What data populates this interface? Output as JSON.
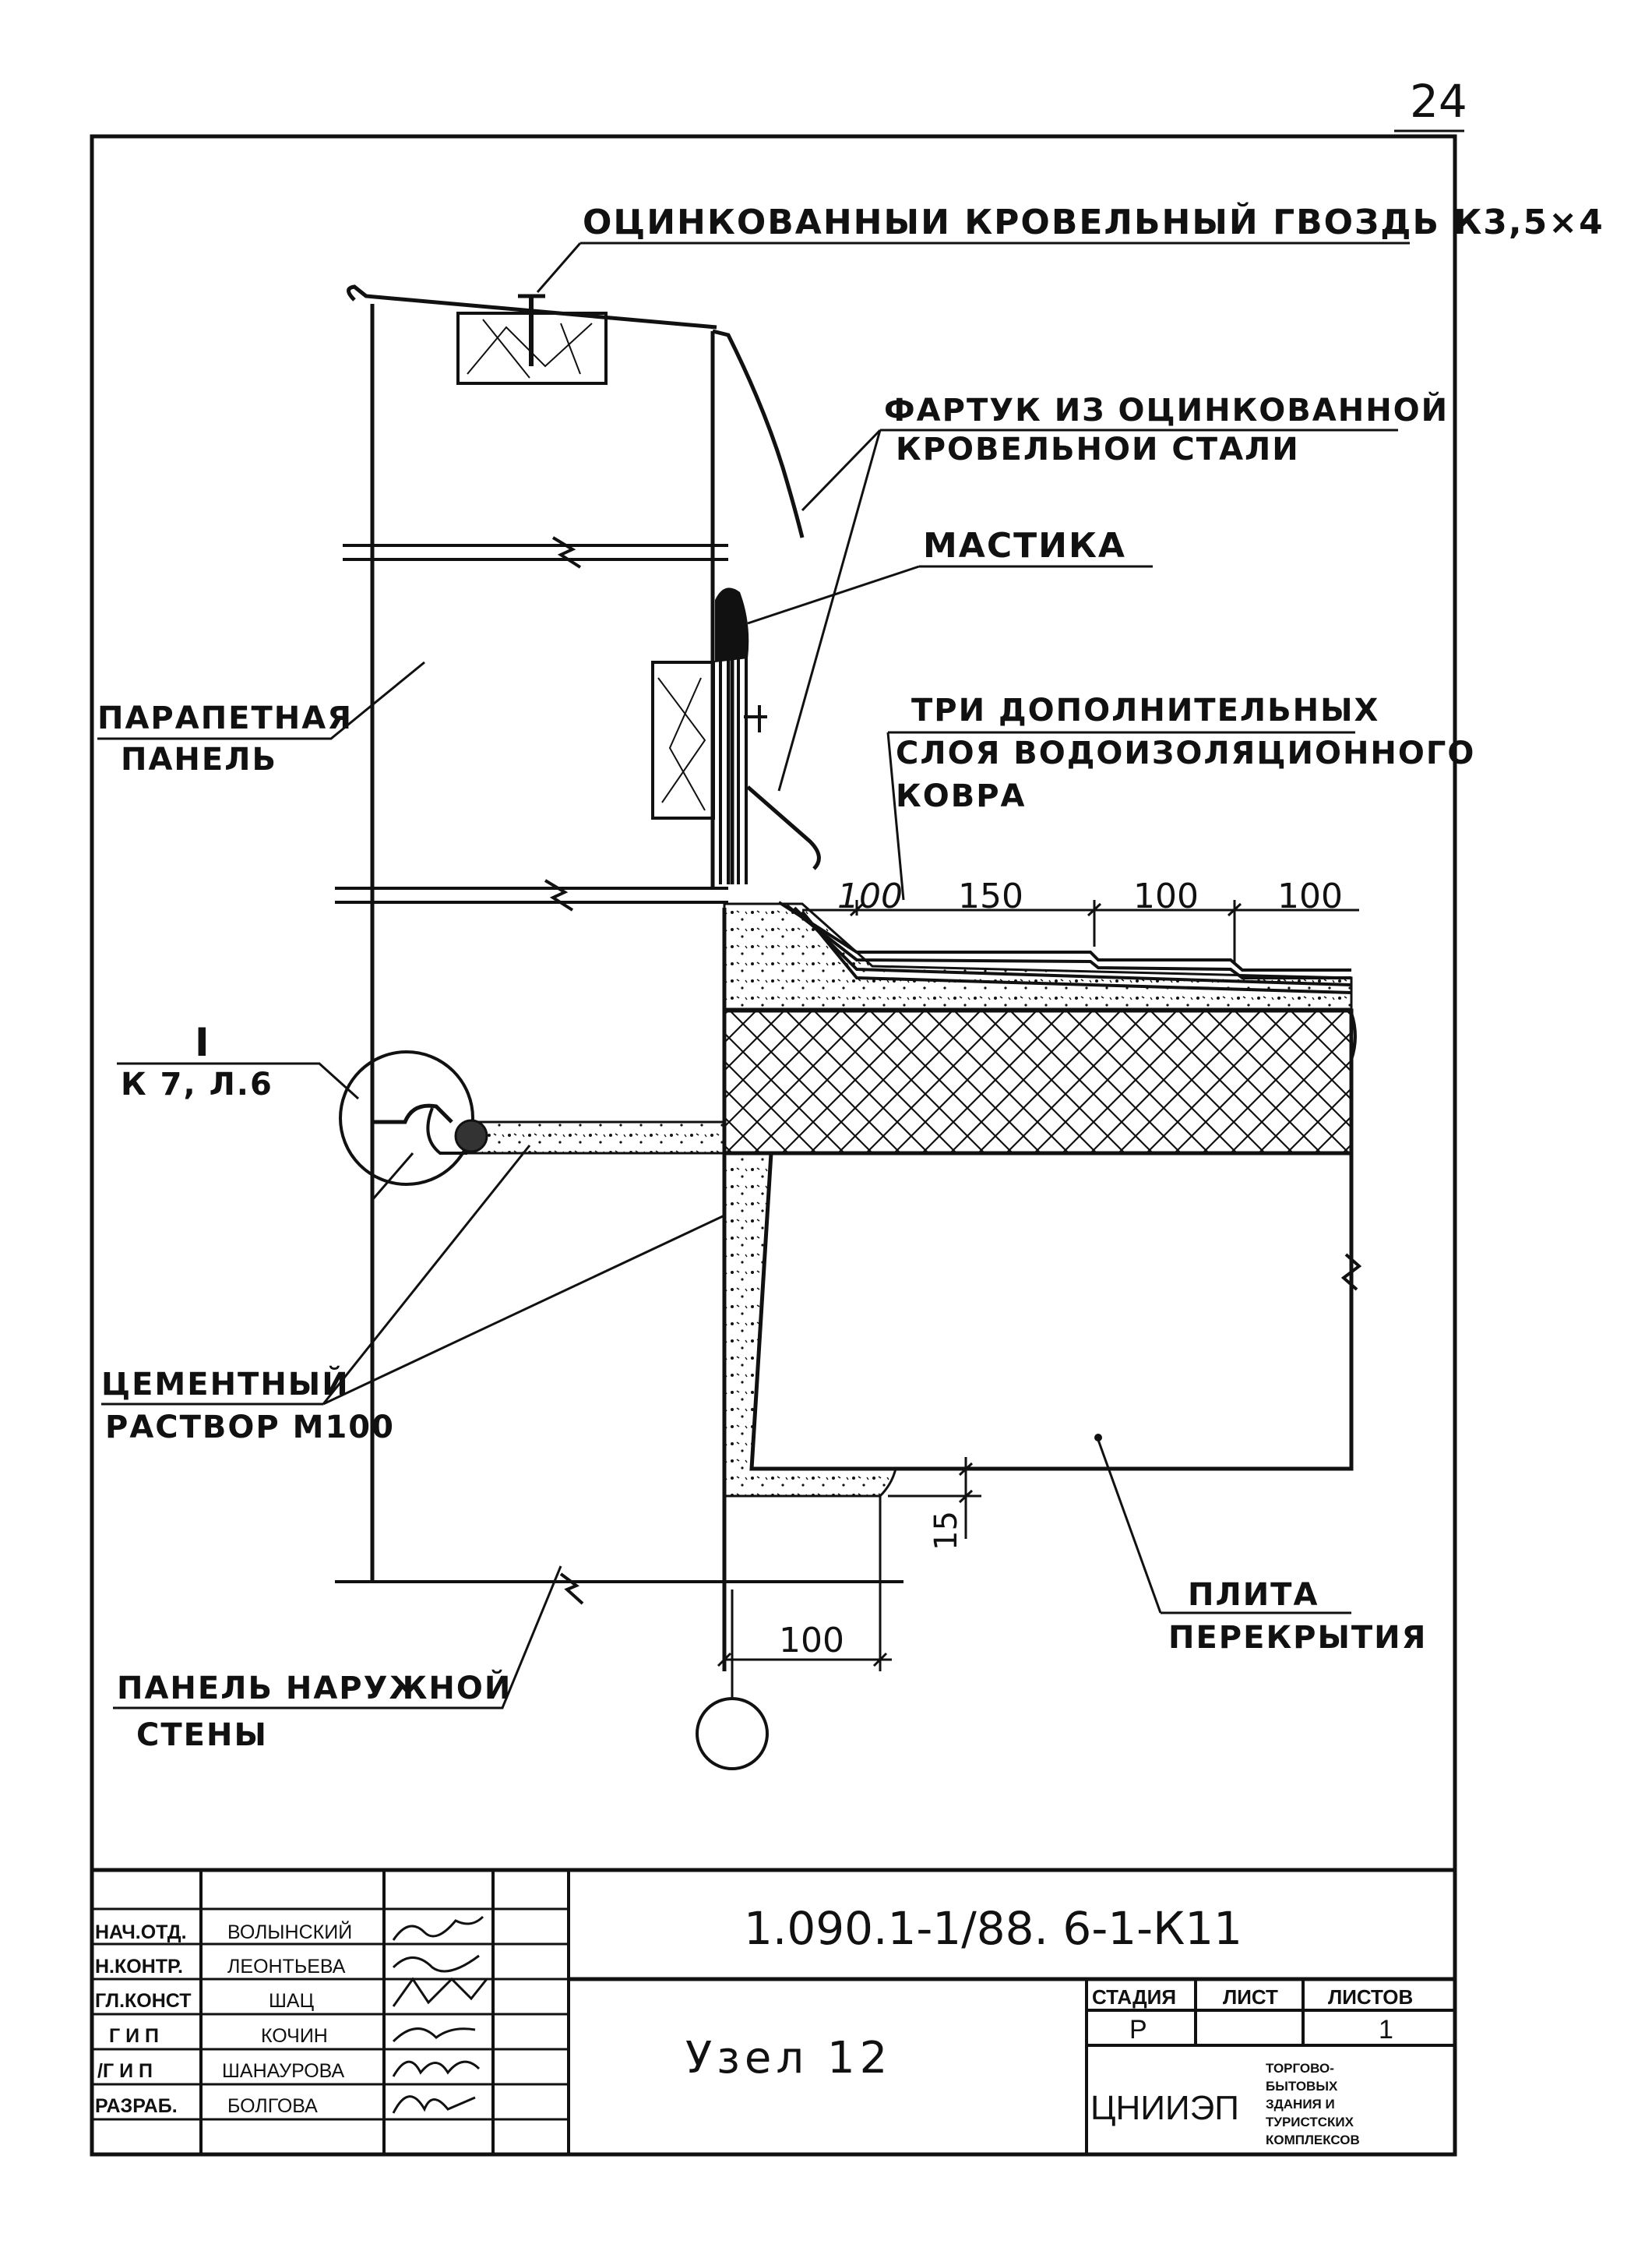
{
  "page_number": "24",
  "labels": {
    "nail": "ОЦИНКОВАННЫИ КРОВЕЛЬНЫЙ ГВОЗДЬ К3,5×4",
    "apron_line1": "ФАРТУК ИЗ ОЦИНКОВАННОЙ",
    "apron_line2": "КРОВЕЛЬНОИ  СТАЛИ",
    "mastic": "МАСТИКА",
    "parapet_line1": "ПАРАПЕТНАЯ",
    "parapet_line2": "ПАНЕЛЬ",
    "layers_line1": "ТРИ ДОПОЛНИТЕЛЬНЫХ",
    "layers_line2": "СЛОЯ ВОДОИЗОЛЯЦИОННОГО",
    "layers_line3": "КОВРА",
    "node_ref_num": "I",
    "node_ref_sheet": "К 7,   Л.6",
    "cement_line1": "ЦЕМЕНТНЫЙ",
    "cement_line2": "РАСТВОР М100",
    "slab_line1": "ПЛИТА",
    "slab_line2": "ПЕРЕКРЫТИЯ",
    "wall_line1": "ПАНЕЛЬ НАРУЖНОЙ",
    "wall_line2": "СТЕНЫ"
  },
  "dimensions": {
    "d1": "100",
    "d2": "150",
    "d3": "100",
    "d4": "100",
    "gap": "15",
    "bottom": "100"
  },
  "title_block": {
    "document_code": "1.090.1-1/88. 6-1-К11",
    "title": "Узел 12",
    "roles": [
      {
        "role": "НАЧ.ОТД.",
        "name": "ВОЛЫНСКИЙ"
      },
      {
        "role": "Н.КОНТР.",
        "name": "ЛЕОНТЬЕВА"
      },
      {
        "role": "ГЛ.КОНСТ",
        "name": "ШАЦ"
      },
      {
        "role": "Г И П",
        "name": "КОЧИН"
      },
      {
        "role": "/Г И П",
        "name": "ШАНАУРОВА"
      },
      {
        "role": "РАЗРАБ.",
        "name": "БОЛГОВА"
      }
    ],
    "stage_header": "СТАДИЯ",
    "sheet_header": "ЛИСТ",
    "sheets_header": "ЛИСТОВ",
    "stage_value": "Р",
    "sheet_value": "",
    "sheets_value": "1",
    "org": "ЦНИИЭП",
    "org_sub": [
      "ТОРГОВО-",
      "БЫТОВЫХ",
      "ЗДАНИЯ И",
      "ТУРИСТСКИХ",
      "КОМПЛЕКСОВ"
    ]
  }
}
